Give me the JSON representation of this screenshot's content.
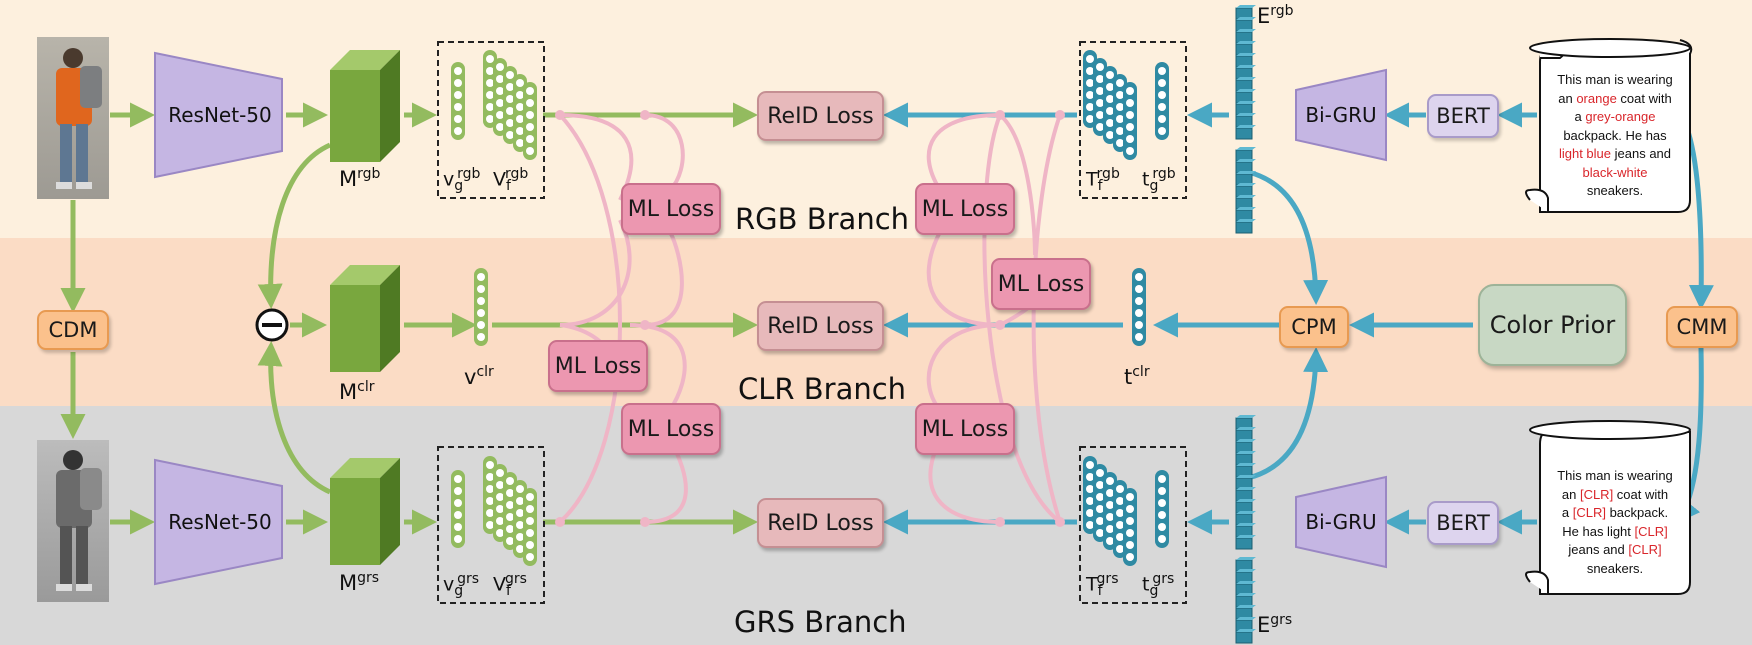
{
  "branches": {
    "rgb": "RGB Branch",
    "clr": "CLR Branch",
    "grs": "GRS Branch"
  },
  "modules": {
    "cdm": "CDM",
    "cmm": "CMM",
    "cpm": "CPM",
    "color_prior": "Color Prior",
    "resnet": "ResNet-50",
    "bigru": "Bi-GRU",
    "bert": "BERT",
    "reid_loss": "ReID Loss",
    "ml_loss": "ML Loss"
  },
  "labels": {
    "m_rgb": {
      "base": "M",
      "sup": "rgb"
    },
    "m_clr": {
      "base": "M",
      "sup": "clr"
    },
    "m_grs": {
      "base": "M",
      "sup": "grs"
    },
    "vg_rgb": {
      "base": "v",
      "sub": "g",
      "sup": "rgb"
    },
    "vf_rgb": {
      "base": "V",
      "sub": "f",
      "sup": "rgb"
    },
    "v_clr": {
      "base": "v",
      "sup": "clr"
    },
    "vg_grs": {
      "base": "v",
      "sub": "g",
      "sup": "grs"
    },
    "vf_grs": {
      "base": "V",
      "sub": "f",
      "sup": "grs"
    },
    "tf_rgb": {
      "base": "T",
      "sub": "f",
      "sup": "rgb"
    },
    "tg_rgb": {
      "base": "t",
      "sub": "g",
      "sup": "rgb"
    },
    "t_clr": {
      "base": "t",
      "sup": "clr"
    },
    "tf_grs": {
      "base": "T",
      "sub": "f",
      "sup": "grs"
    },
    "tg_grs": {
      "base": "t",
      "sub": "g",
      "sup": "grs"
    },
    "e_rgb": {
      "base": "E",
      "sup": "rgb"
    },
    "e_grs": {
      "base": "E",
      "sup": "grs"
    }
  },
  "texts": {
    "rgb_caption": [
      [
        {
          "t": "This man is wearing"
        }
      ],
      [
        {
          "t": "an "
        },
        {
          "t": "orange",
          "hl": true
        },
        {
          "t": " coat with"
        }
      ],
      [
        {
          "t": "a "
        },
        {
          "t": "grey-orange",
          "hl": true
        }
      ],
      [
        {
          "t": "backpack. He has"
        }
      ],
      [
        {
          "t": "light blue",
          "hl": true
        },
        {
          "t": " jeans and"
        }
      ],
      [
        {
          "t": "black-white",
          "hl": true
        }
      ],
      [
        {
          "t": "sneakers."
        }
      ]
    ],
    "grs_caption": [
      [
        {
          "t": "This man is wearing"
        }
      ],
      [
        {
          "t": "an "
        },
        {
          "t": "[CLR]",
          "hl": true
        },
        {
          "t": " coat with"
        }
      ],
      [
        {
          "t": "a "
        },
        {
          "t": "[CLR]",
          "hl": true
        },
        {
          "t": " backpack."
        }
      ],
      [
        {
          "t": "He has light "
        },
        {
          "t": "[CLR]",
          "hl": true
        }
      ],
      [
        {
          "t": "jeans and "
        },
        {
          "t": "[CLR]",
          "hl": true
        }
      ],
      [
        {
          "t": "sneakers."
        }
      ]
    ]
  },
  "colors": {
    "rgb_band": "#fdf0de",
    "clr_band": "#fbdcc5",
    "grs_band": "#d8d8d8",
    "visual_arrow": "#93bb5f",
    "text_arrow": "#4aa8c4",
    "ml_link": "#efb5c6",
    "highlight_text": "#d9262b"
  },
  "icons": [
    "minus-circle-icon",
    "scroll-icon",
    "person-photo"
  ]
}
